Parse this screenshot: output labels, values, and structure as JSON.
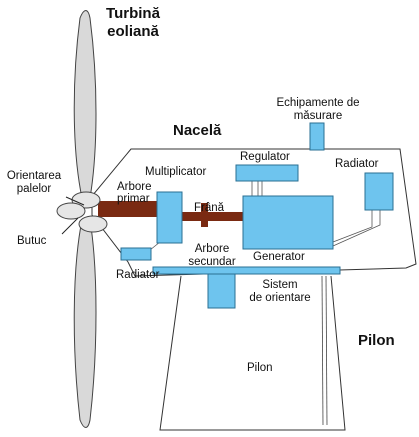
{
  "labels": {
    "title_line1": "Turbină",
    "title_line2": "eoliană",
    "equipment_line1": "Echipamente de",
    "equipment_line2": "măsurare",
    "nacelle": "Nacelă",
    "regulator": "Regulator",
    "radiator_top": "Radiator",
    "pitch_line1": "Orientarea",
    "pitch_line2": "palelor",
    "multiplier": "Multiplicator",
    "primary_shaft_line1": "Arbore",
    "primary_shaft_line2": "primar",
    "brake": "Frână",
    "hub": "Butuc",
    "secondary_shaft_line1": "Arbore",
    "secondary_shaft_line2": "secundar",
    "generator": "Generator",
    "radiator_bottom": "Radiator",
    "yaw_line1": "Sistem",
    "yaw_line2": "de orientare",
    "tower_bold": "Pilon",
    "tower": "Pilon"
  },
  "colors": {
    "component_fill": "#6ec4ee",
    "component_stroke": "#2a6f93",
    "shaft_fill": "#7a2a12",
    "blade_fill": "#d9d9d9",
    "outline": "#333333"
  }
}
